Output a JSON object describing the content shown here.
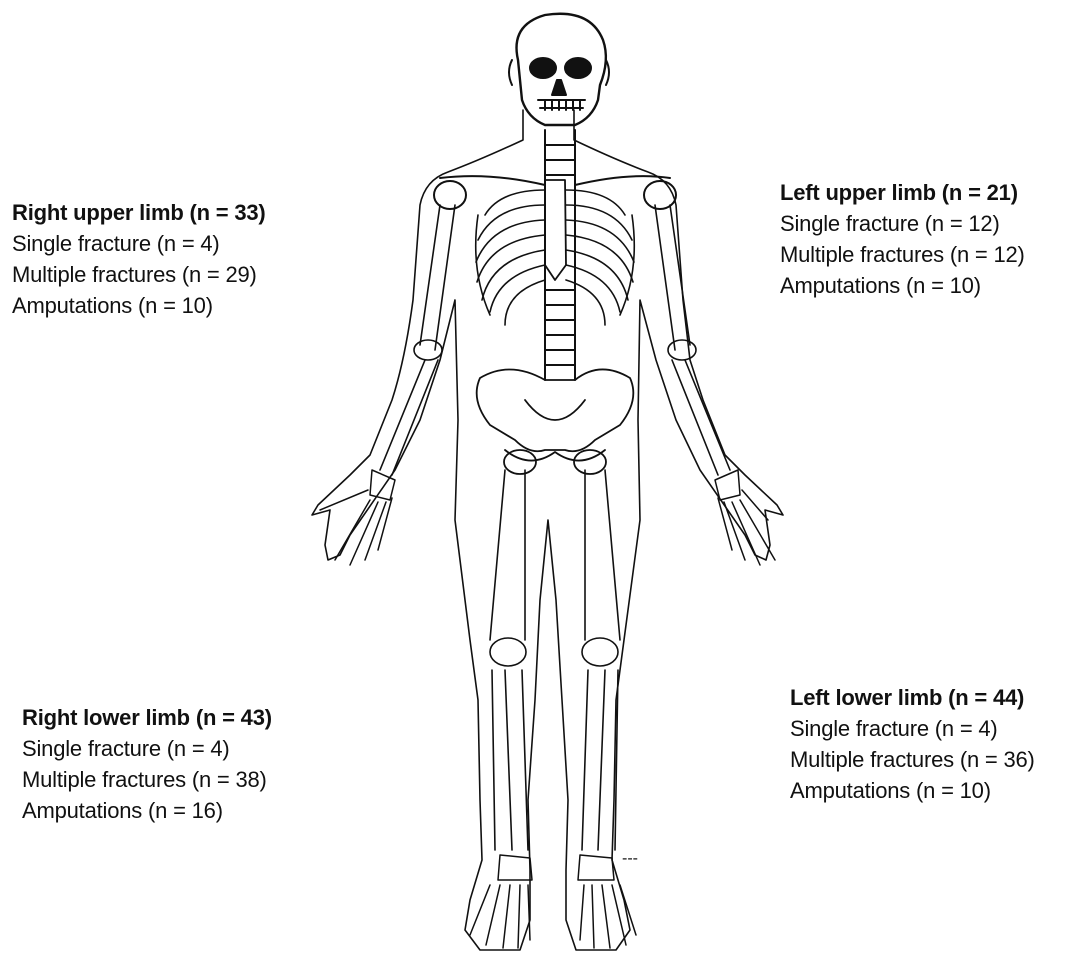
{
  "regions": {
    "right_upper_limb": {
      "title": "Right upper limb (n = 33)",
      "lines": [
        "Single fracture (n = 4)",
        "Multiple fractures (n = 29)",
        "Amputations (n = 10)"
      ]
    },
    "left_upper_limb": {
      "title": "Left upper limb (n = 21)",
      "lines": [
        "Single fracture (n = 12)",
        "Multiple fractures (n = 12)",
        "Amputations (n = 10)"
      ]
    },
    "right_lower_limb": {
      "title": "Right lower limb (n = 43)",
      "lines": [
        "Single fracture (n = 4)",
        "Multiple fractures (n = 38)",
        "Amputations (n = 16)"
      ]
    },
    "left_lower_limb": {
      "title": "Left lower limb (n = 44)",
      "lines": [
        "Single fracture (n = 4)",
        "Multiple fractures (n = 36)",
        "Amputations (n = 10)"
      ]
    }
  },
  "marker_text": "---",
  "colors": {
    "line": "#111111",
    "background": "#ffffff"
  }
}
